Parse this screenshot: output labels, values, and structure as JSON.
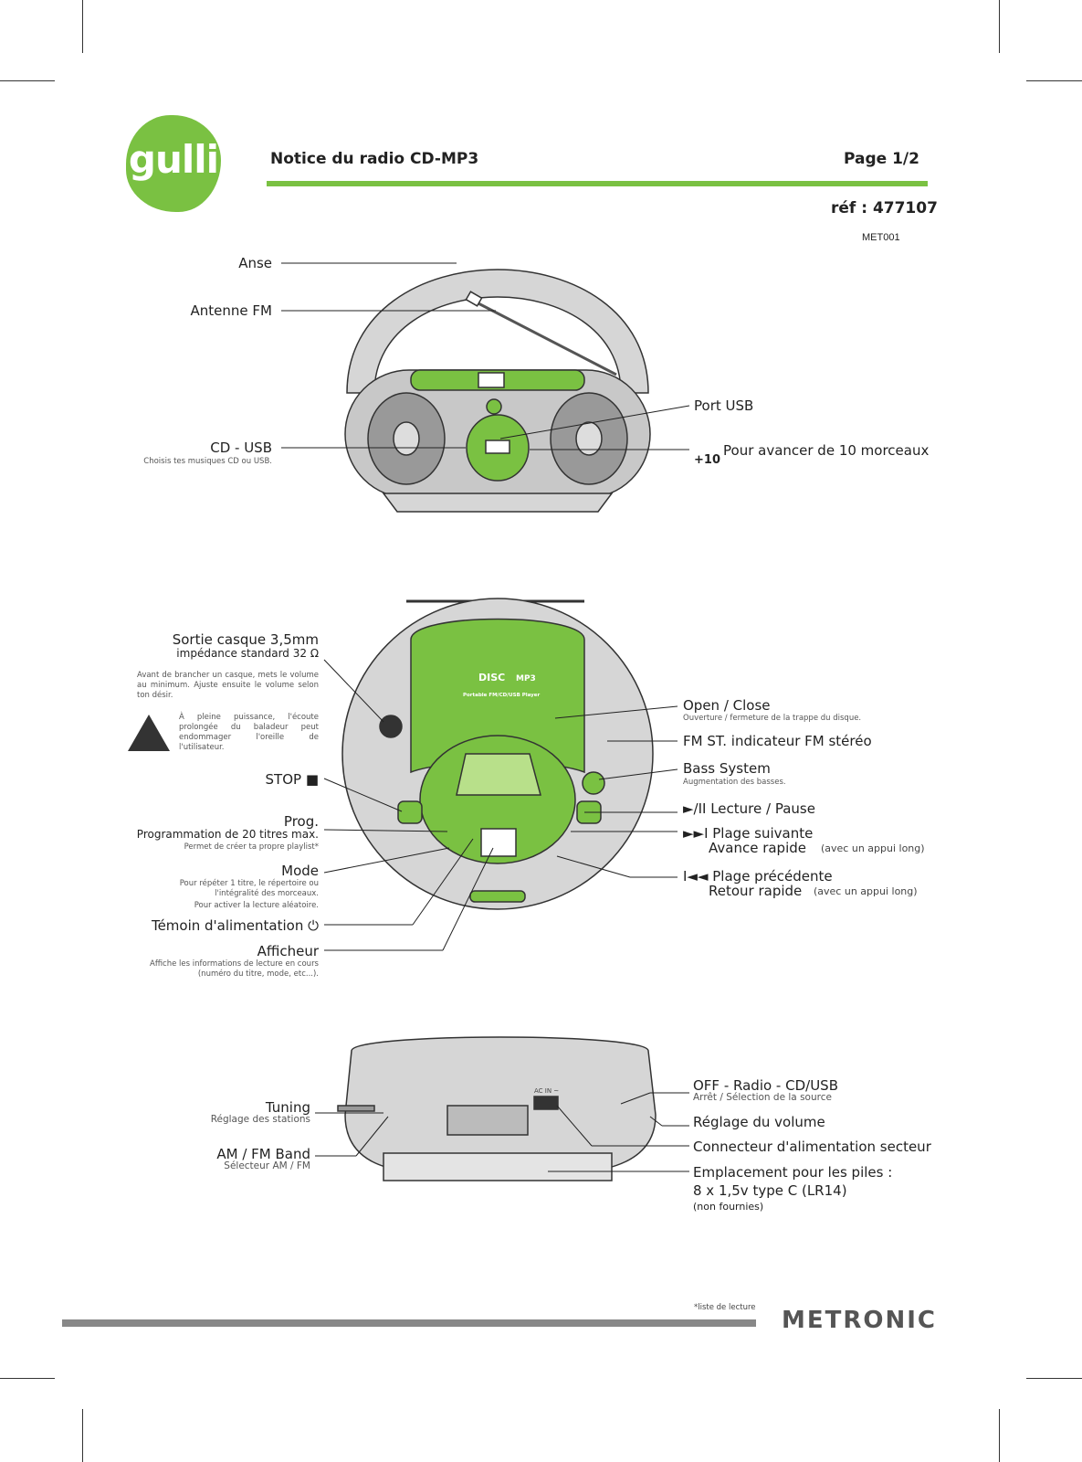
{
  "header": {
    "logo_text": "gulli",
    "title": "Notice du radio CD-MP3",
    "page": "Page 1/2",
    "ref": "réf : 477107",
    "model": "MET001"
  },
  "section_top": {
    "anse": "Anse",
    "antenne": "Antenne FM",
    "cd_usb": "CD - USB",
    "cd_usb_desc": "Choisis tes musiques CD ou USB.",
    "port_usb": "Port USB",
    "plus10_icon": "+10",
    "plus10": "Pour avancer de 10 morceaux"
  },
  "section_front": {
    "sortie": "Sortie casque 3,5mm",
    "impedance": "impédance standard 32 Ω",
    "casque_desc": "Avant de brancher un casque, mets le volume au minimum. Ajuste ensuite le volume selon ton désir.",
    "warning_desc": "À pleine puissance, l'écoute prolongée du baladeur peut endommager l'oreille de l'utilisateur.",
    "stop": "STOP ■",
    "prog": "Prog.",
    "prog_line2": "Programmation de 20 titres max.",
    "prog_desc": "Permet de créer ta propre playlist*",
    "mode": "Mode",
    "mode_desc1": "Pour répéter 1 titre, le répertoire ou l'intégralité des morceaux.",
    "mode_desc2": "Pour activer la lecture aléatoire.",
    "temoin": "Témoin d'alimentation ⏻",
    "afficheur": "Afficheur",
    "afficheur_desc": "Affiche les informations de lecture en cours (numéro du titre, mode, etc...).",
    "open_close": "Open / Close",
    "open_close_desc": "Ouverture / fermeture de la trappe du disque.",
    "fm_st": "FM ST. indicateur FM stéréo",
    "bass": "Bass System",
    "bass_desc": "Augmentation des basses.",
    "lecture": "►/II Lecture / Pause",
    "suivante": "►►I Plage suivante",
    "avance": "Avance rapide",
    "avance_note": "(avec un appui long)",
    "precedente": "I◄◄ Plage précédente",
    "retour": "Retour rapide",
    "retour_note": "(avec un appui long)",
    "device_disc": "DISC",
    "device_mp3": "MP3",
    "device_player": "Portable FM/CD/USB Player"
  },
  "section_back": {
    "tuning": "Tuning",
    "tuning_desc": "Réglage des stations",
    "band": "AM / FM Band",
    "band_desc": "Sélecteur AM / FM",
    "off_radio": "OFF - Radio - CD/USB",
    "off_desc": "Arrêt / Sélection de la source",
    "volume": "Réglage du volume",
    "connecteur": "Connecteur d'alimentation secteur",
    "piles": "Emplacement pour les piles :",
    "piles2": "8 x 1,5v type C (LR14)",
    "piles3": "(non fournies)",
    "ac_in": "AC IN ~"
  },
  "footer": {
    "note": "*liste de lecture",
    "brand": "METRONIC"
  },
  "colors": {
    "accent": "#7ac142",
    "device_grey": "#c8c8c8",
    "dark": "#555555"
  }
}
